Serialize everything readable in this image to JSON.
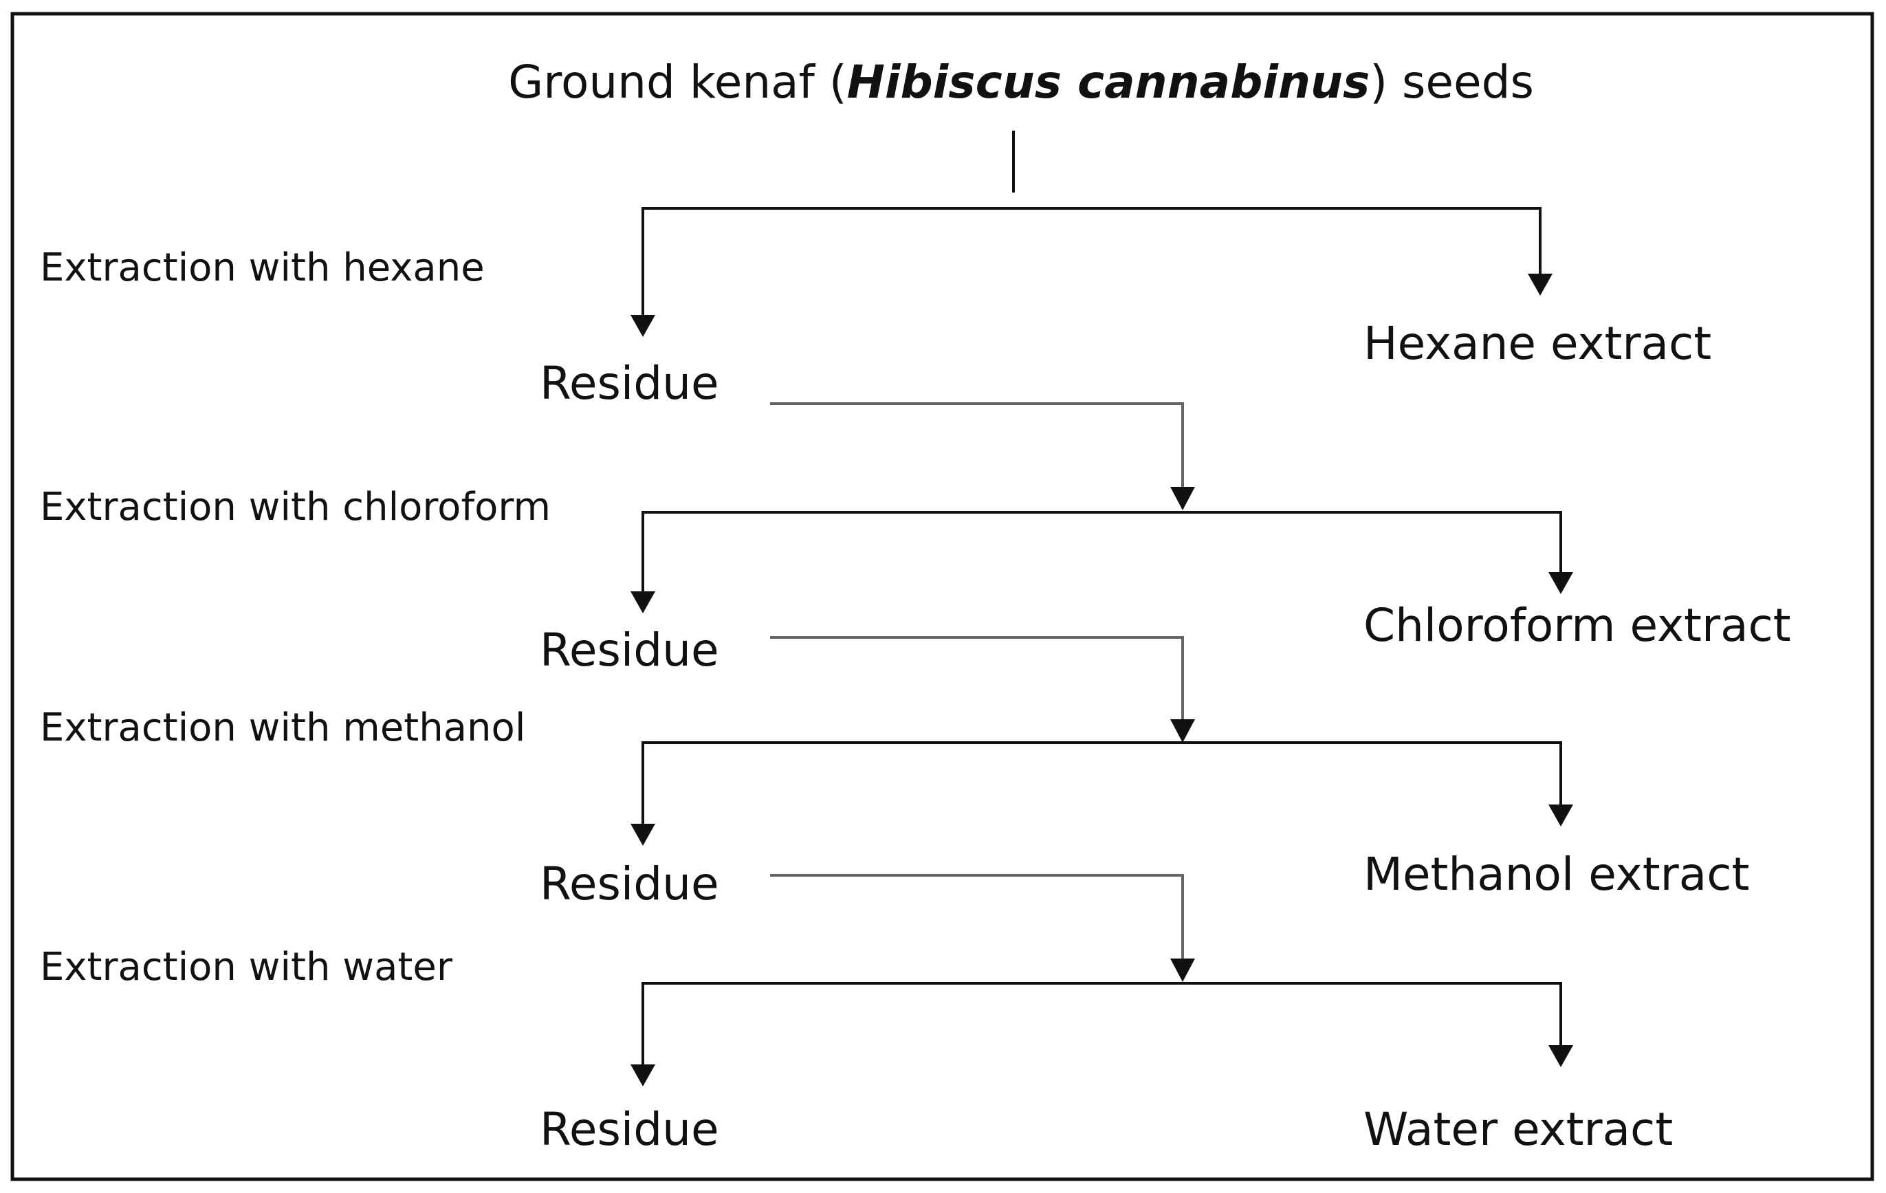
{
  "diagram": {
    "source": {
      "prefix": "Ground kenaf (",
      "species": "Hibiscus cannabinus",
      "suffix": ") seeds"
    },
    "steps": [
      {
        "label": "Extraction with hexane",
        "residue": "Residue",
        "extract": "Hexane extract"
      },
      {
        "label": "Extraction with chloroform",
        "residue": "Residue",
        "extract": "Chloroform extract"
      },
      {
        "label": "Extraction with methanol",
        "residue": "Residue",
        "extract": "Methanol extract"
      },
      {
        "label": "Extraction with water",
        "residue": "Residue",
        "extract": "Water extract"
      }
    ]
  }
}
